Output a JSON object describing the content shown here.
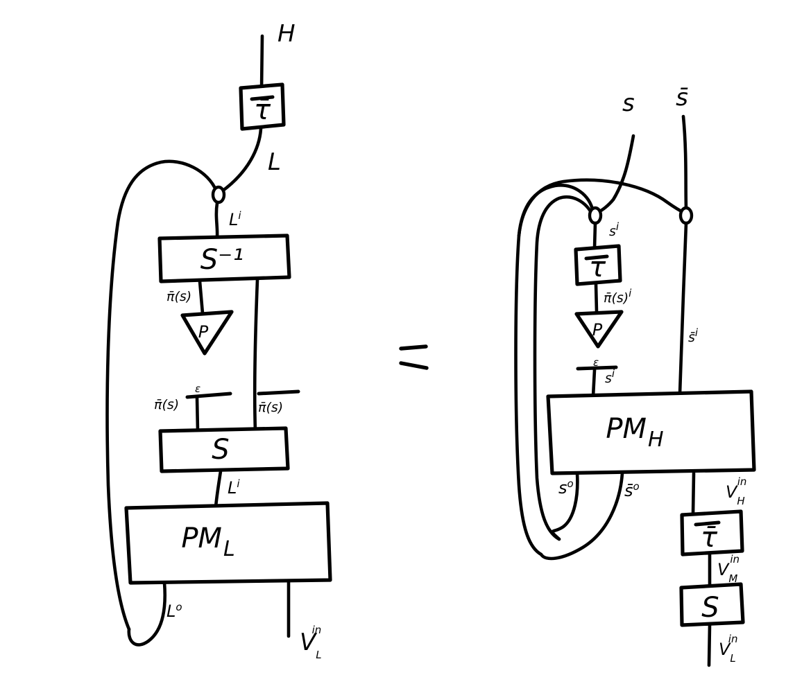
{
  "figure": {
    "title": "String diagram equation",
    "relation": "=",
    "stroke_color": "#000000",
    "background_color": "#ffffff"
  },
  "left_diagram": {
    "name": "left-hand-side",
    "boxes": [
      {
        "id": "tau-bar-top",
        "label": "τ̄",
        "shape": "rect"
      },
      {
        "id": "s-inverse",
        "label": "S⁻¹",
        "shape": "rect"
      },
      {
        "id": "p-triangle",
        "label": "P",
        "shape": "triangle-down"
      },
      {
        "id": "s-box",
        "label": "S",
        "shape": "rect"
      },
      {
        "id": "pm-l",
        "label": "PM",
        "sub": "L",
        "shape": "rect"
      }
    ],
    "wire_labels": [
      {
        "id": "h-top",
        "text": "H"
      },
      {
        "id": "l-upper",
        "text": "L"
      },
      {
        "id": "l-i-upper",
        "text": "L",
        "sup": "i"
      },
      {
        "id": "pi-s-left-up",
        "text": "π̄(s)"
      },
      {
        "id": "pi-s-right",
        "text": "π̄(s)"
      },
      {
        "id": "pi-s-left-lo",
        "text": "π̄(s)"
      },
      {
        "id": "epsilon-cap",
        "text": "ε"
      },
      {
        "id": "l-i-lower",
        "text": "L",
        "sup": "i"
      },
      {
        "id": "l-o",
        "text": "L",
        "sup": "o"
      },
      {
        "id": "v-l-in",
        "text": "V",
        "sub": "L",
        "sup": "in"
      }
    ]
  },
  "right_diagram": {
    "name": "right-hand-side",
    "boxes": [
      {
        "id": "tau-bar-mid",
        "label": "τ̄",
        "shape": "rect"
      },
      {
        "id": "p-triangle-r",
        "label": "P",
        "shape": "triangle-down"
      },
      {
        "id": "pm-h",
        "label": "PM",
        "sub": "H",
        "shape": "rect"
      },
      {
        "id": "tau-bar-low",
        "label": "τ̄",
        "shape": "rect"
      },
      {
        "id": "s-box-low",
        "label": "S",
        "shape": "rect"
      }
    ],
    "wire_labels": [
      {
        "id": "s-top",
        "text": "s"
      },
      {
        "id": "s-bar-top",
        "text": "s̄"
      },
      {
        "id": "s-i-upper",
        "text": "s",
        "sup": "i"
      },
      {
        "id": "pi-s-i",
        "text": "π̄(s)",
        "sup": "i"
      },
      {
        "id": "s-bar-i",
        "text": "s̄",
        "sup": "i"
      },
      {
        "id": "epsilon-cap-r",
        "text": "ε"
      },
      {
        "id": "s-i-lower",
        "text": "s",
        "sup": "i"
      },
      {
        "id": "s-o",
        "text": "s",
        "sup": "o"
      },
      {
        "id": "s-bar-o",
        "text": "s̄",
        "sup": "o"
      },
      {
        "id": "v-h-in",
        "text": "V",
        "sub": "H",
        "sup": "in"
      },
      {
        "id": "v-m-in",
        "text": "V",
        "sub": "M",
        "sup": "in"
      },
      {
        "id": "v-l-in-r",
        "text": "V",
        "sub": "L",
        "sup": "in"
      }
    ]
  }
}
